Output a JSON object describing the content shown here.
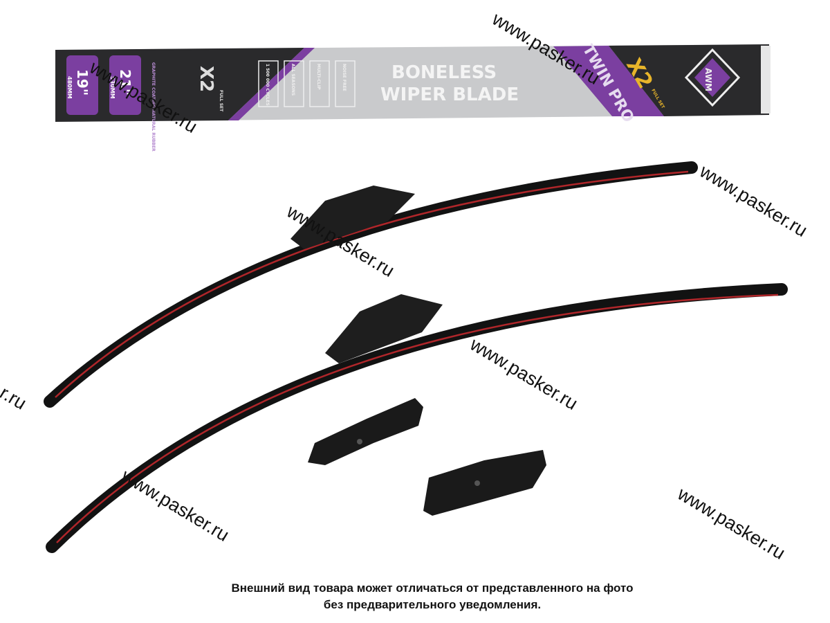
{
  "package": {
    "title_line1": "BONELESS",
    "title_line2": "WIPER BLADE",
    "badge_twin": "TWIN PRO",
    "x2": "X2",
    "full_set": "FULL SET",
    "features": [
      "1 500 000 CYCLES",
      "ALL SEASONS",
      "MULTI-CLIP",
      "NOISE FREE"
    ],
    "material": "GRAPHITE COATING NATURAL RUBBER",
    "size1": "19\"",
    "size1_mm": "480MM",
    "size2": "21\"",
    "size2_mm": "530MM",
    "brand": "AWM",
    "colors": {
      "purple": "#7b3fa0",
      "gold": "#e8b52a",
      "dark": "#2a2a2c"
    }
  },
  "watermark": "www.pasker.ru",
  "watermark_partial": "r.ru",
  "caption": {
    "line1": "Внешний вид товара может отличаться от представленного на фото",
    "line2": "без предварительного уведомления."
  }
}
